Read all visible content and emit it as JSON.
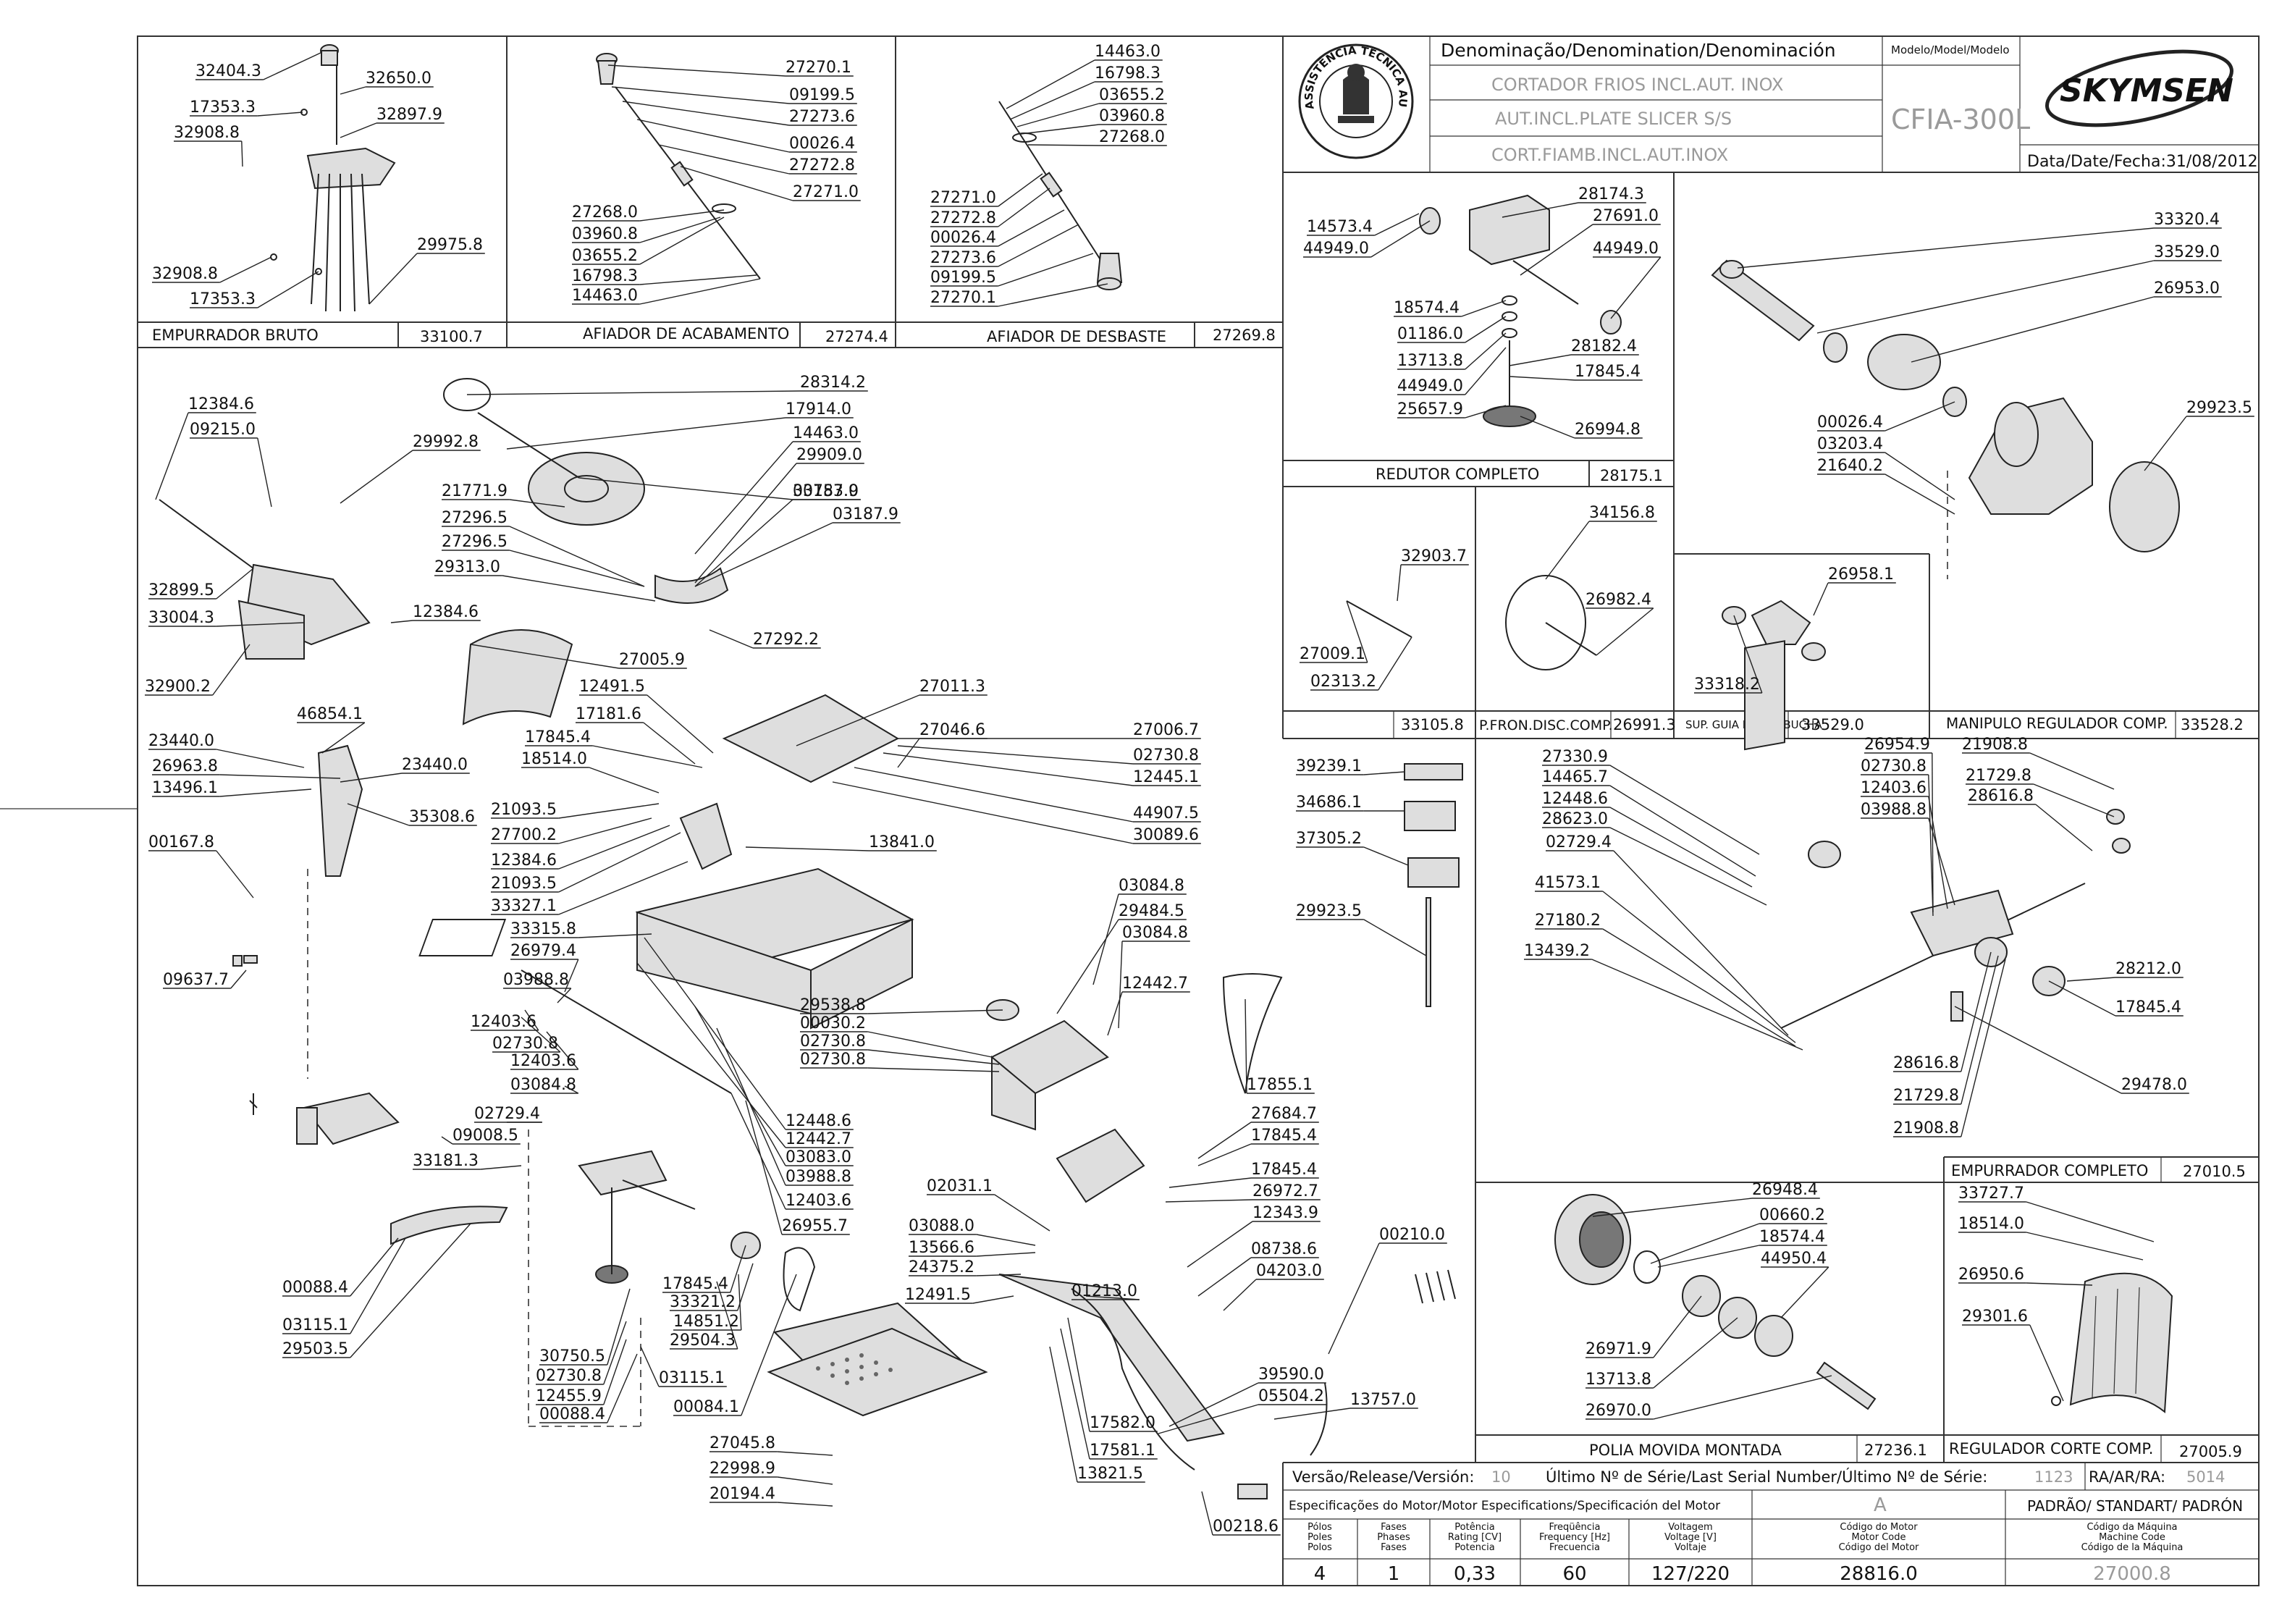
{
  "title_block": {
    "header": "Denominação/Denomination/Denominación",
    "model_header": "Modelo/Model/Modelo",
    "names": [
      "CORTADOR FRIOS INCL.AUT. INOX",
      "AUT.INCL.PLATE SLICER S/S",
      "CORT.FIAMB.INCL.AUT.INOX"
    ],
    "model": "CFIA-300L",
    "brand": "SKYMSEN",
    "date": "Data/Date/Fecha:31/08/2012",
    "seal_text": "ASSISTÊNCIA TÉCNICA AUTORIZADA"
  },
  "release": {
    "version_label": "Versão/Release/Versión:",
    "version": "10",
    "serial_label": "Último Nº de Série/Last Serial Number/Último Nº de Série:",
    "serial": "1123",
    "ra_label": "RA/AR/RA:",
    "ra": "5014"
  },
  "motor": {
    "spec_header": "Especificações do Motor/Motor Especifications/Specificación del Motor",
    "variant_a": "A",
    "variant_std": "PADRÃO/ STANDART/ PADRÓN",
    "col_headers": [
      [
        "Pólos",
        "Poles",
        "Polos"
      ],
      [
        "Fases",
        "Phases",
        "Fases"
      ],
      [
        "Potência",
        "Rating [CV]",
        "Potencia"
      ],
      [
        "Freqüência",
        "Frequency [Hz]",
        "Frecuencia"
      ],
      [
        "Voltagem",
        "Voltage [V]",
        "Voltaje"
      ],
      [
        "Código do Motor",
        "Motor Code",
        "Código del Motor"
      ],
      [
        "Código da Máquina",
        "Machine Code",
        "Código de la Máquina"
      ]
    ],
    "values": [
      "4",
      "1",
      "0,33",
      "60",
      "127/220",
      "28816.0",
      "27000.8"
    ]
  },
  "assemblies": [
    {
      "name": "EMPURRADOR BRUTO",
      "code": "33100.7"
    },
    {
      "name": "AFIADOR DE ACABAMENTO",
      "code": "27274.4"
    },
    {
      "name": "AFIADOR DE DESBASTE",
      "code": "27269.8"
    },
    {
      "name": "REDUTOR COMPLETO",
      "code": "28175.1"
    },
    {
      "name": "33105.8",
      "code": ""
    },
    {
      "name": "P.FRON.DISC.COMP.",
      "code": "26991.3"
    },
    {
      "name": "SUP. GUIA REG. C/BUCHA",
      "code": "33529.0"
    },
    {
      "name": "MANIPULO REGULADOR COMP.",
      "code": "33528.2"
    },
    {
      "name": "EMPURRADOR COMPLETO",
      "code": "27010.5"
    },
    {
      "name": "POLIA MOVIDA MONTADA",
      "code": "27236.1"
    },
    {
      "name": "REGULADOR CORTE COMP.",
      "code": "27005.9"
    }
  ],
  "labels": [
    "32404.3",
    "32650.0",
    "17353.3",
    "32897.9",
    "32908.8",
    "32908.8",
    "17353.3",
    "29975.8",
    "27270.1",
    "09199.5",
    "27273.6",
    "00026.4",
    "27272.8",
    "27271.0",
    "27268.0",
    "03960.8",
    "03655.2",
    "16798.3",
    "14463.0",
    "14463.0",
    "16798.3",
    "03655.2",
    "03960.8",
    "27268.0",
    "27271.0",
    "27272.8",
    "00026.4",
    "27273.6",
    "09199.5",
    "27270.1",
    "14573.4",
    "44949.0",
    "28174.3",
    "27691.0",
    "44949.0",
    "18574.4",
    "01186.0",
    "13713.8",
    "44949.0",
    "25657.9",
    "28182.4",
    "17845.4",
    "26994.8",
    "33320.4",
    "33529.0",
    "26953.0",
    "00026.4",
    "03203.4",
    "21640.2",
    "29923.5",
    "32903.7",
    "27009.1",
    "02313.2",
    "34156.8",
    "26982.4",
    "26958.1",
    "33318.2",
    "12384.6",
    "09215.0",
    "29992.8",
    "28314.2",
    "17914.0",
    "14463.0",
    "29909.0",
    "30753.0",
    "03187.9",
    "21771.9",
    "03187.9",
    "27296.5",
    "27296.5",
    "29313.0",
    "32899.5",
    "33004.3",
    "12384.6",
    "27292.2",
    "32900.2",
    "27005.9",
    "46854.1",
    "23440.0",
    "26963.8",
    "23440.0",
    "13496.1",
    "35308.6",
    "00167.8",
    "09637.7",
    "12491.5",
    "17181.6",
    "17845.4",
    "18514.0",
    "21093.5",
    "27700.2",
    "12384.6",
    "21093.5",
    "33327.1",
    "27011.3",
    "27046.6",
    "13841.0",
    "33315.8",
    "26979.4",
    "03988.8",
    "12403.6",
    "02730.8",
    "12403.6",
    "03084.8",
    "02729.4",
    "09008.5",
    "33181.3",
    "00088.4",
    "03115.1",
    "29503.5",
    "12448.6",
    "12442.7",
    "03083.0",
    "03988.8",
    "12403.6",
    "26955.7",
    "29538.8",
    "00030.2",
    "02730.8",
    "02730.8",
    "27006.7",
    "02730.8",
    "12445.1",
    "44907.5",
    "30089.6",
    "03084.8",
    "29484.5",
    "03084.8",
    "12442.7",
    "17845.4",
    "33321.2",
    "14851.2",
    "29504.3",
    "30750.5",
    "02730.8",
    "12455.9",
    "00088.4",
    "03115.1",
    "00084.1",
    "02031.1",
    "03088.0",
    "13566.6",
    "24375.2",
    "12491.5",
    "01213.0",
    "17855.1",
    "27684.7",
    "17845.4",
    "17845.4",
    "26972.7",
    "12343.9",
    "08738.6",
    "04203.0",
    "00210.0",
    "39590.0",
    "05504.2",
    "13757.0",
    "17582.0",
    "17581.1",
    "13821.5",
    "00218.6",
    "27045.8",
    "22998.9",
    "20194.4",
    "39239.1",
    "34686.1",
    "37305.2",
    "29923.5",
    "27330.9",
    "14465.7",
    "12448.6",
    "28623.0",
    "02729.4",
    "41573.1",
    "27180.2",
    "13439.2",
    "26954.9",
    "02730.8",
    "12403.6",
    "03988.8",
    "21908.8",
    "21729.8",
    "28616.8",
    "28212.0",
    "17845.4",
    "28616.8",
    "21729.8",
    "21908.8",
    "29478.0",
    "26948.4",
    "00660.2",
    "18574.4",
    "44950.4",
    "26971.9",
    "13713.8",
    "26970.0",
    "33727.7",
    "18514.0",
    "26950.6",
    "29301.6"
  ]
}
